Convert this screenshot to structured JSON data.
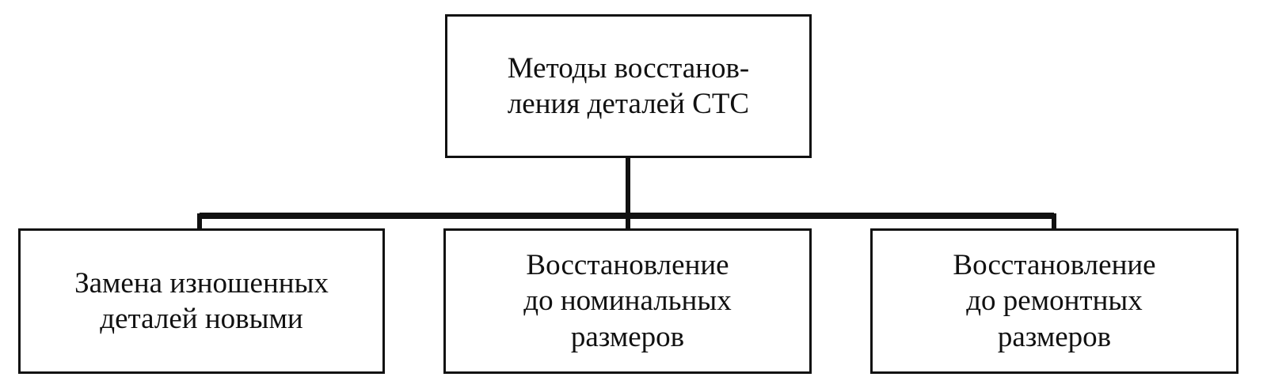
{
  "diagram": {
    "root": {
      "lines": [
        "Методы восстанов-",
        "ления деталей СТС"
      ]
    },
    "children": [
      {
        "lines": [
          "Замена изношенных",
          "деталей новыми"
        ]
      },
      {
        "lines": [
          "Восстановление",
          "до номинальных",
          "размеров"
        ]
      },
      {
        "lines": [
          "Восстановление",
          "до ремонтных",
          "размеров"
        ]
      }
    ],
    "colors": {
      "line": "#111111",
      "background": "#ffffff"
    }
  }
}
